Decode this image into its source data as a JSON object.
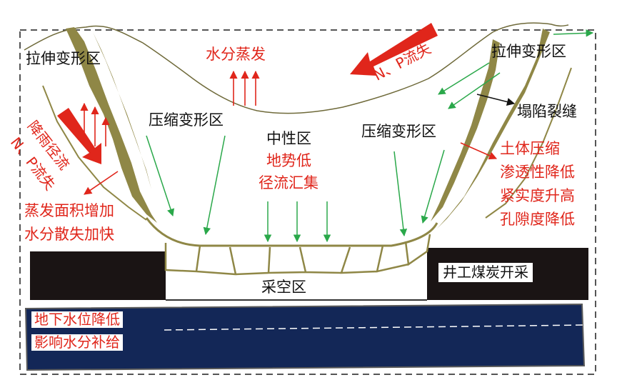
{
  "labels": {
    "tension_left": "拉伸变形区",
    "tension_right": "拉伸变形区",
    "evaporation": "水分蒸发",
    "np_loss_top": "N、P流失",
    "compression_left": "压缩变形区",
    "compression_right": "压缩变形区",
    "neutral_zone": "中性区",
    "terrain_low": "地势低",
    "runoff_collect": "径流汇集",
    "collapse_crack": "塌陷裂缝",
    "rain_runoff": "降雨径流",
    "np_loss_left": "N、P流失",
    "evap_area_1": "蒸发面积增加",
    "evap_area_2": "水分散失加快",
    "soil_1": "土体压缩",
    "soil_2": "渗透性降低",
    "soil_3": "紧实度升高",
    "soil_4": "孔隙度降低",
    "goaf": "采空区",
    "mining": "井工煤炭开采",
    "groundwater_1": "地下水位降低",
    "groundwater_2": "影响水分补给"
  },
  "colors": {
    "red": "#e0261b",
    "green": "#2aa84a",
    "olive": "#8f8746",
    "black": "#1a1414",
    "navy": "#132757"
  }
}
